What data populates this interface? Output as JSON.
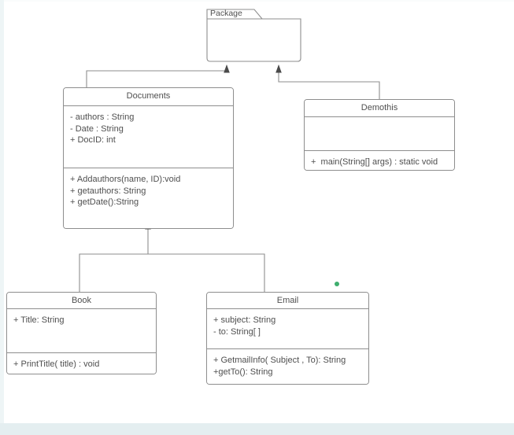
{
  "page": {
    "background": "#e8f0f2",
    "canvas_background": "#ffffff",
    "line_color": "#8e8e8e",
    "text_color": "#4f4f4f",
    "marker_color": "#3fae6e"
  },
  "diagram": {
    "type": "uml-class-diagram",
    "package": {
      "label": "Package"
    },
    "classes": [
      {
        "id": "documents",
        "name": "Documents",
        "attributes": [
          "- authors : String",
          "- Date : String",
          "+ DocID: int"
        ],
        "methods": [
          "+ Addauthors(name, ID):void",
          "+ getauthors: String",
          "+ getDate():String"
        ]
      },
      {
        "id": "demothis",
        "name": "Demothis",
        "attributes": [],
        "methods": [
          "+  main(String[] args) : static void"
        ]
      },
      {
        "id": "book",
        "name": "Book",
        "attributes": [
          "+ Title: String"
        ],
        "methods": [
          "+ PrintTitle( title) : void"
        ]
      },
      {
        "id": "email",
        "name": "Email",
        "attributes": [
          "+ subject: String",
          "- to: String[ ]"
        ],
        "methods": [
          "+ GetmailInfo( Subject , To): String",
          "+getTo(): String"
        ]
      }
    ],
    "relationships": [
      {
        "from": "documents",
        "to": "package",
        "kind": "dependency-arrow"
      },
      {
        "from": "demothis",
        "to": "package",
        "kind": "dependency-arrow"
      },
      {
        "from": "book",
        "to": "documents",
        "kind": "generalization-arrow"
      },
      {
        "from": "email",
        "to": "documents",
        "kind": "generalization-arrow"
      }
    ]
  }
}
